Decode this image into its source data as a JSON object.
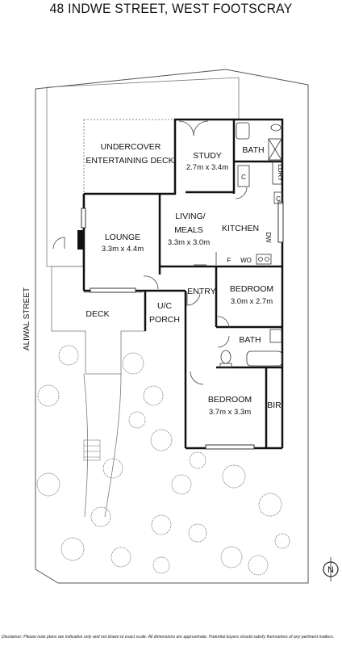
{
  "title": "48 INDWE STREET, WEST FOOTSCRAY",
  "street": "ALIWAL STREET",
  "rooms": {
    "undercover": {
      "line1": "UNDERCOVER",
      "line2": "ENTERTAINING DECK"
    },
    "study": {
      "name": "STUDY",
      "dim": "2.7m x 3.4m"
    },
    "bath_top": {
      "name": "BATH"
    },
    "lounge": {
      "name": "LOUNGE",
      "dim": "3.3m x 4.4m"
    },
    "living": {
      "line1": "LIVING/",
      "line2": "MEALS",
      "dim": "3.3m x 3.0m"
    },
    "kitchen": {
      "name": "KITCHEN"
    },
    "entry": {
      "name": "ENTRY"
    },
    "bedroom1": {
      "name": "BEDROOM",
      "dim": "3.0m x 2.7m"
    },
    "deck": {
      "name": "DECK"
    },
    "porch": {
      "line1": "U/C",
      "line2": "PORCH"
    },
    "bath2": {
      "name": "BATH"
    },
    "bedroom2": {
      "name": "BEDROOM",
      "dim": "3.7m x 3.3m"
    },
    "bir": {
      "name": "BIR"
    }
  },
  "fixtures": {
    "c1": "C",
    "c2": "C",
    "lndry": "LDRY",
    "dw": "DW",
    "f": "F",
    "wo": "WO"
  },
  "compass": "N",
  "disclaimer": "Disclaimer: Please note plans are indicative only and not drawn to exact scale. All dimensions are approximate. Potential buyers should satisfy themselves of any pertinent matters."
}
